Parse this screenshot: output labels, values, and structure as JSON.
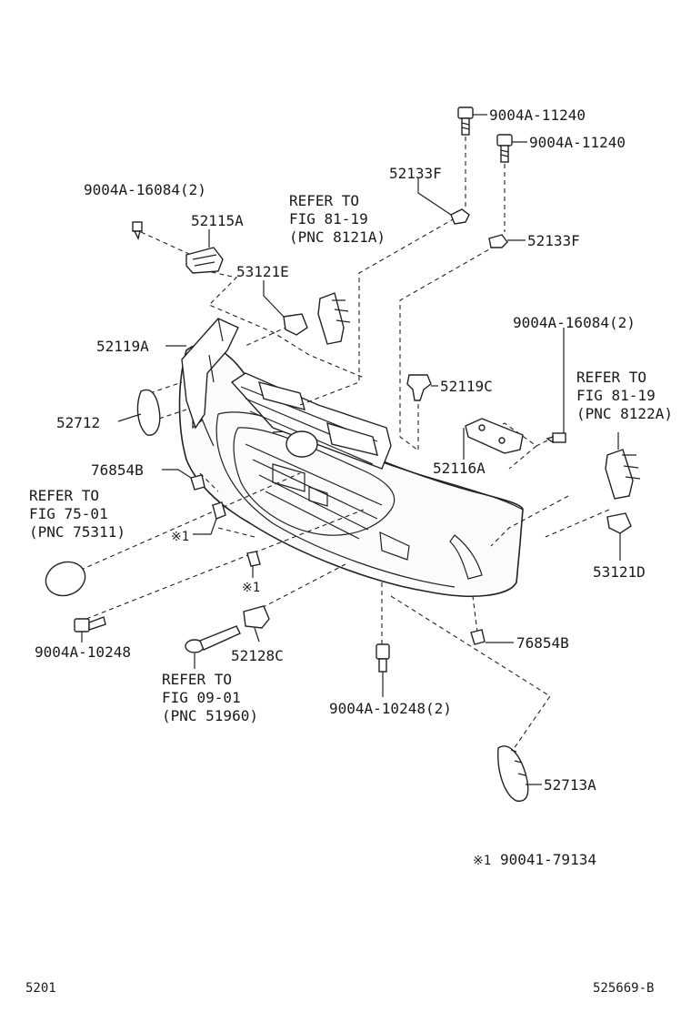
{
  "labels": {
    "bolt_top1": "9004A-11240",
    "bolt_top2": "9004A-11240",
    "bracket_f1": "52133F",
    "bracket_f2": "52133F",
    "screw_left_top": "9004A-16084(2)",
    "ret_115a": "52115A",
    "refer1_l1": "REFER TO",
    "refer1_l2": "FIG 81-19",
    "refer1_l3": "(PNC 8121A)",
    "bulb_e": "53121E",
    "support_119a": "52119A",
    "cover_712": "52712",
    "clip_b1": "76854B",
    "refer2_l1": "REFER TO",
    "refer2_l2": "FIG 75-01",
    "refer2_l3": "(PNC 75311)",
    "mark_1a": "※1",
    "mark_1b": "※1",
    "bolt_bl": "9004A-10248",
    "cap_128c": "52128C",
    "refer3_l1": "REFER TO",
    "refer3_l2": "FIG 09-01",
    "refer3_l3": "(PNC 51960)",
    "bolt_bm": "9004A-10248(2)",
    "screw_right": "9004A-16084(2)",
    "refer4_l1": "REFER TO",
    "refer4_l2": "FIG 81-19",
    "refer4_l3": "(PNC 8122A)",
    "ret_119c": "52119C",
    "ret_116a": "52116A",
    "bulb_d": "53121D",
    "clip_b2": "76854B",
    "cover_713a": "52713A",
    "note_mark": "※1",
    "note_part": "90041-79134",
    "page_left": "5201",
    "page_right": "525669-B"
  }
}
